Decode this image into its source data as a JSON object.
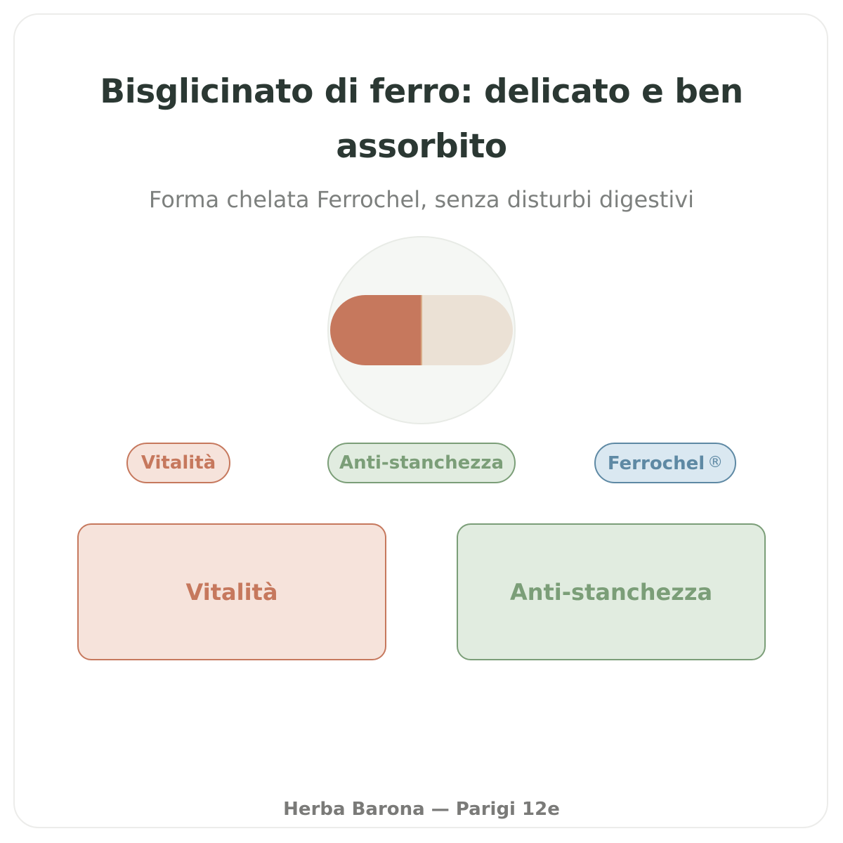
{
  "header": {
    "title_line1": "Bisglicinato di ferro: delicato e ben",
    "title_line2": "assorbito",
    "subtitle": "Forma chelata Ferrochel, senza disturbi digestivi"
  },
  "illustration": {
    "icon": "capsule-icon",
    "colors": {
      "circle_fill": "#f5f7f4",
      "circle_stroke": "#e8ebe6",
      "capsule_left": "#c6785d",
      "capsule_right": "#ebe1d5",
      "seam": "#d8aa86"
    }
  },
  "tags": [
    {
      "label": "Vitalità"
    },
    {
      "label": "Anti-stanchezza"
    },
    {
      "label": "Ferrochel",
      "mark": "®"
    }
  ],
  "benefits": [
    {
      "label": "Vitalità"
    },
    {
      "label": "Anti-stanchezza"
    }
  ],
  "footer": {
    "text": "Herba Barona — Parigi 12e"
  },
  "colors": {
    "terracotta": "#c6785d",
    "sage": "#7b9e78",
    "steel_blue": "#5e89a4",
    "title": "#2b3833",
    "muted": "#7d807e"
  }
}
